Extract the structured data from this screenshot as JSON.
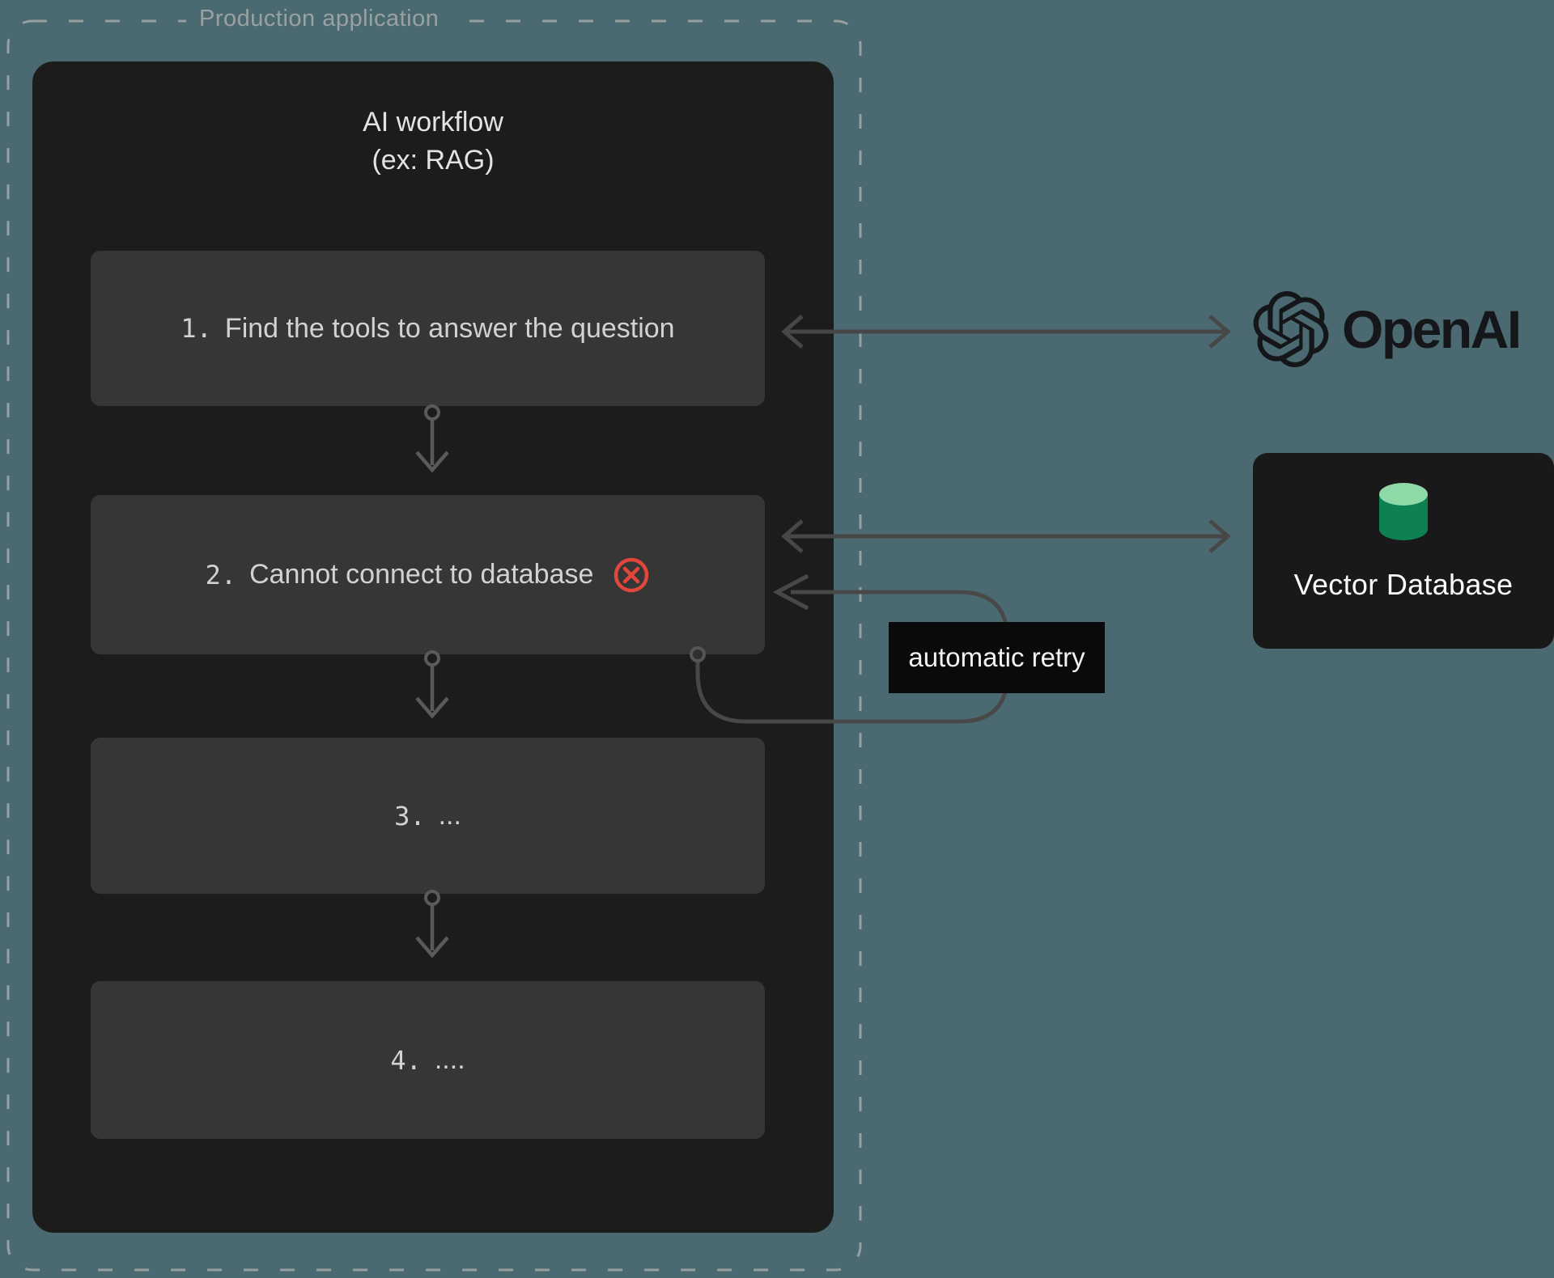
{
  "production_app": {
    "label": "Production application"
  },
  "workflow": {
    "title_line1": "AI workflow",
    "title_line2": "(ex: RAG)",
    "steps": [
      {
        "number": "1.",
        "text": "Find the tools to answer the question"
      },
      {
        "number": "2.",
        "text": "Cannot connect to database"
      },
      {
        "number": "3.",
        "text": "..."
      },
      {
        "number": "4.",
        "text": "...."
      }
    ]
  },
  "annotations": {
    "retry_label": "automatic retry"
  },
  "services": {
    "openai": {
      "name": "OpenAI"
    },
    "vector_db": {
      "label": "Vector Database"
    }
  },
  "colors": {
    "background": "#4b6971",
    "panel": "#1c1c1c",
    "step_box": "#363636",
    "error_red": "#e2473c",
    "green_dark": "#0d8152",
    "green_light": "#8fd8a8",
    "arrow_gray": "#474747",
    "dash_gray": "#96a0a0"
  }
}
